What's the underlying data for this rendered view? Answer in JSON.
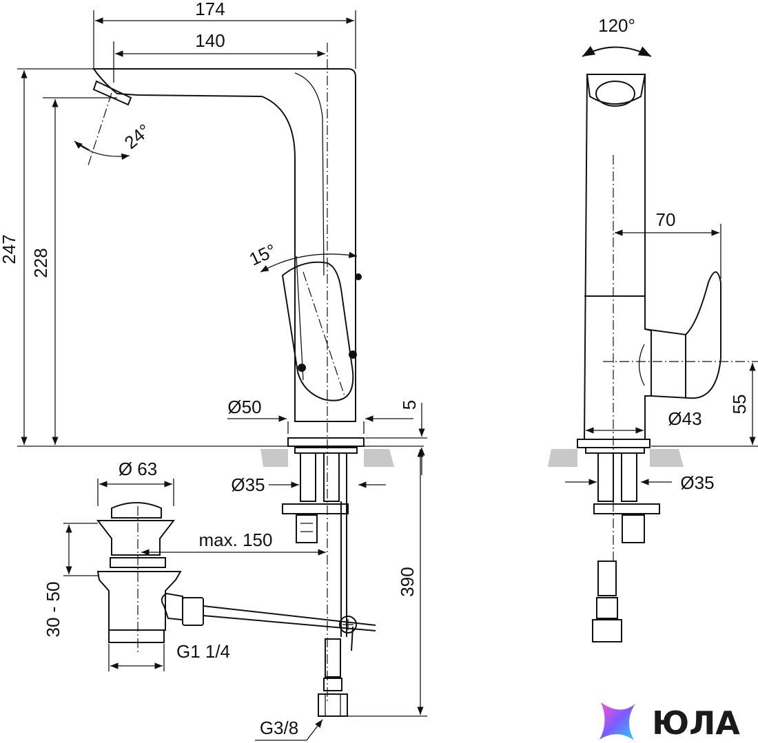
{
  "dimensions": {
    "overall_width": "174",
    "spout_reach": "140",
    "total_height": "247",
    "spout_height": "228",
    "aerator_angle": "24°",
    "lever_angle": "15°",
    "swivel_angle": "120°",
    "lever_projection": "70",
    "base_diameter": "Ø50",
    "base_thickness": "5",
    "shank_diameter_front": "Ø35",
    "shank_diameter_side": "Ø35",
    "lever_axis_height": "55",
    "body_diameter": "Ø43",
    "waste_head_diameter": "Ø 63",
    "rod_length": "max. 150",
    "waste_height_range": "30 - 50",
    "waste_thread": "G1 1/4",
    "hose_length": "390",
    "hose_thread": "G3/8"
  },
  "logo": {
    "text": "ЮЛА",
    "colors": [
      "#ff4fd8",
      "#7b5cff",
      "#21d4fd"
    ]
  }
}
